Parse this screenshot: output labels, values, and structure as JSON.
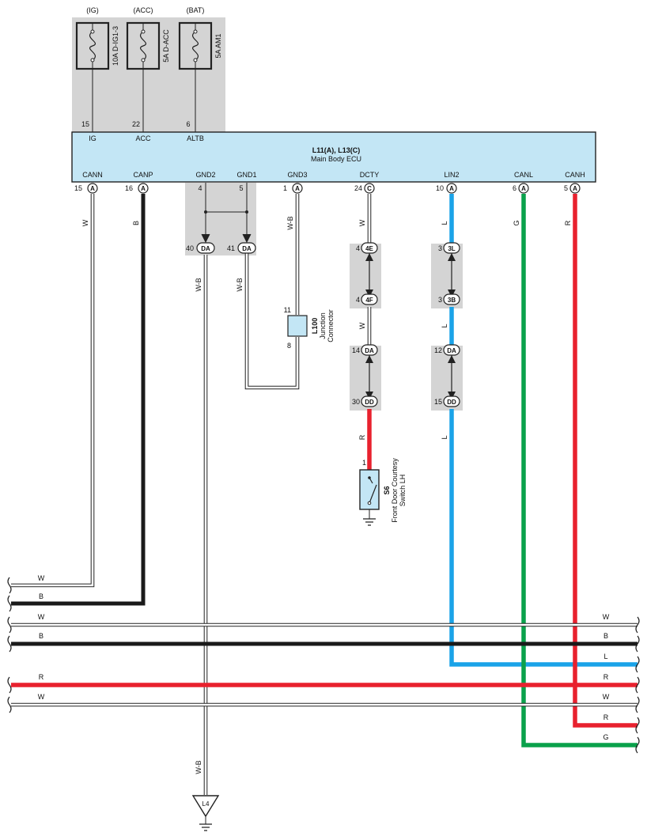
{
  "colors": {
    "W": "#ffffff",
    "B": "#1a1a1a",
    "L": "#1aa3e8",
    "R": "#e8212e",
    "G": "#0aa14b",
    "ecu_fill": "#c3e6f5",
    "shade": "#d4d4d4",
    "line": "#222222"
  },
  "fuses": [
    {
      "source": "(IG)",
      "label": "10A D-IG1-3",
      "pin": "15",
      "terminal": "IG"
    },
    {
      "source": "(ACC)",
      "label": "5A D-ACC",
      "pin": "22",
      "terminal": "ACC"
    },
    {
      "source": "(BAT)",
      "label": "5A AM1",
      "pin": "6",
      "terminal": "ALTB"
    }
  ],
  "ecu": {
    "code": "L11(A), L13(C)",
    "name": "Main Body ECU"
  },
  "ecu_pins": [
    {
      "name": "CANN",
      "pin": "15",
      "connector": "A",
      "wire": "W"
    },
    {
      "name": "CANP",
      "pin": "16",
      "connector": "A",
      "wire": "B"
    },
    {
      "name": "GND2",
      "pin": "4",
      "connector": "",
      "wire": ""
    },
    {
      "name": "GND1",
      "pin": "5",
      "connector": "",
      "wire": ""
    },
    {
      "name": "GND3",
      "pin": "1",
      "connector": "A",
      "wire": "W-B"
    },
    {
      "name": "DCTY",
      "pin": "24",
      "connector": "C",
      "wire": "W"
    },
    {
      "name": "LIN2",
      "pin": "10",
      "connector": "A",
      "wire": "L"
    },
    {
      "name": "CANL",
      "pin": "6",
      "connector": "A",
      "wire": "G"
    },
    {
      "name": "CANH",
      "pin": "5",
      "connector": "A",
      "wire": "R"
    }
  ],
  "ground_connectors": [
    {
      "pin": "40",
      "code": "DA",
      "wire": "W-B"
    },
    {
      "pin": "41",
      "code": "DA",
      "wire": "W-B"
    }
  ],
  "junction": {
    "code": "L100",
    "name_lines": [
      "Junction",
      "Connector"
    ],
    "pin_top": "11",
    "pin_bottom": "8"
  },
  "dcty_chain": [
    {
      "pin": "4",
      "code": "4E"
    },
    {
      "pin": "4",
      "code": "4F"
    },
    {
      "pin": "14",
      "code": "DA"
    },
    {
      "pin": "30",
      "code": "DD"
    }
  ],
  "dcty_wires": [
    "W",
    "R"
  ],
  "lin_chain": [
    {
      "pin": "3",
      "code": "3L"
    },
    {
      "pin": "3",
      "code": "3B"
    },
    {
      "pin": "12",
      "code": "DA"
    },
    {
      "pin": "15",
      "code": "DD"
    }
  ],
  "lin_wire": "L",
  "switch": {
    "code": "S6",
    "name_lines": [
      "Front Door Courtesy",
      "Switch LH"
    ],
    "pin": "1"
  },
  "ground_point": "L4",
  "bus_left": [
    {
      "label": "W"
    },
    {
      "label": "B"
    },
    {
      "label": "W"
    },
    {
      "label": "B"
    },
    {
      "label": "R"
    },
    {
      "label": "W"
    }
  ],
  "bus_right": [
    {
      "label": "W"
    },
    {
      "label": "B"
    },
    {
      "label": "L"
    },
    {
      "label": "R"
    },
    {
      "label": "W"
    },
    {
      "label": "R"
    },
    {
      "label": "G"
    }
  ]
}
